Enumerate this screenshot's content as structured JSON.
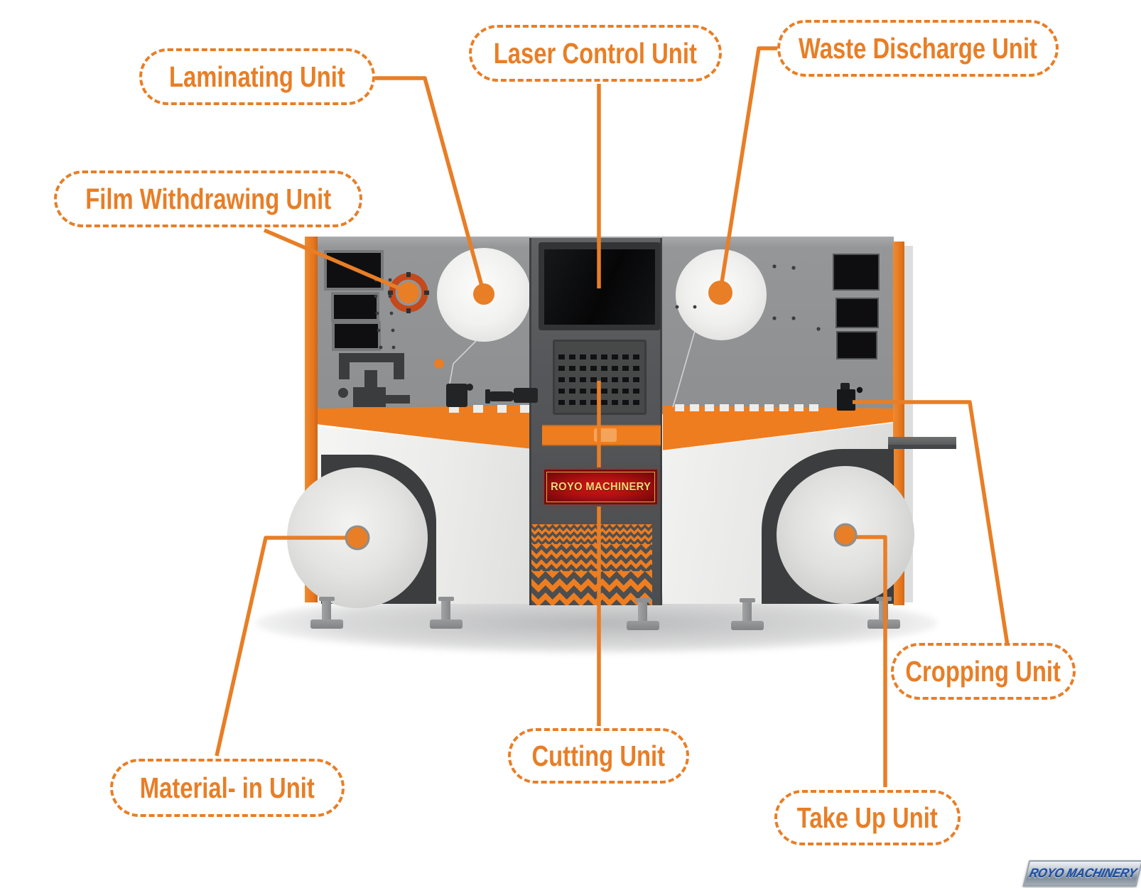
{
  "labels": {
    "laminating": "Laminating Unit",
    "film_withdrawing": "Film Withdrawing Unit",
    "laser_control": "Laser Control Unit",
    "waste_discharge": "Waste Discharge Unit",
    "cropping": "Cropping Unit",
    "take_up": "Take Up Unit",
    "cutting": "Cutting Unit",
    "material_in": "Material- in Unit"
  },
  "machine": {
    "front_sign": "ROYO MACHINERY"
  },
  "branding": {
    "logo": "ROYO MACHINERY"
  },
  "colors": {
    "accent_orange": "#E87E26",
    "machine_orange": "#EE7D20",
    "body_gray": "#919395",
    "tower_gray": "#55575A",
    "sign_red": "#B01010",
    "sign_gold": "#EFD978",
    "logo_blue": "#1D4FA3"
  }
}
